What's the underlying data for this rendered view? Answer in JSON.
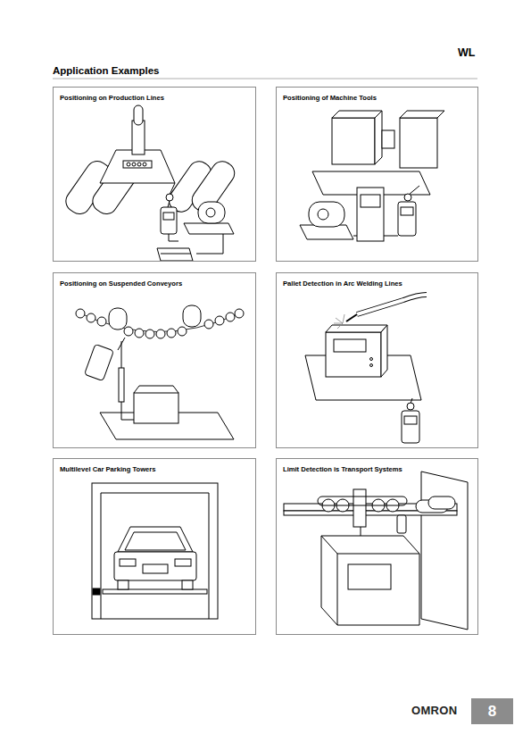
{
  "diagram": {
    "title": "Application Examples",
    "nodes": [
      {
        "text": [
          "Positioning on Production Lines"
        ]
      },
      {
        "text": [
          "Positioning of Machine Tools"
        ]
      },
      {
        "text": [
          "Positioning on Suspended Conveyors"
        ]
      },
      {
        "text": [
          "Pallet Detection in Arc Welding Lines"
        ]
      },
      {
        "text": [
          "Multilevel Car Parking Towers"
        ]
      },
      {
        "text": [
          "Limit Detection is Transport Systems"
        ]
      },
      {
        "text": [
          "8"
        ]
      }
    ],
    "labels": [
      "WL",
      "OMRON"
    ]
  }
}
